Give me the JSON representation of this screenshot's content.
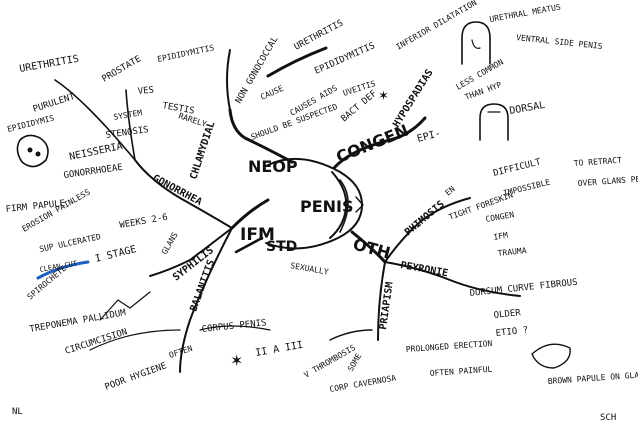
{
  "center": {
    "label": "PENIS"
  },
  "main_branches": {
    "ifm": "IFM",
    "neop": "NEOP",
    "congen": "CONGEN",
    "oth": "OTH",
    "std": "STD",
    "std_sub": "SEXUALLY"
  },
  "ifm_branch": {
    "gonorrhea": "GONORRHEA",
    "urethritis": "URETHRITIS",
    "purulent": "PURULENT",
    "neisseria": "NEISSERIA",
    "gonorrhoeae": "GONORRHOEAE",
    "epididymis_left": "EPIDIDYMIS",
    "prostate": "PROSTATE",
    "testis": "TESTIS",
    "rarely": "RARELY",
    "ves": "VES",
    "inf_system": "SYSTEM",
    "stenosis": "STENOSIS",
    "syphilis": "SYPHILIS",
    "firm_papule": "FIRM PAPULE",
    "erosion_painless": "EROSION PAINLESS",
    "sup_ulcerated": "SUP ULCERATED",
    "clean_cut": "CLEAN CUT",
    "i_stage": "I STAGE",
    "weeks": "WEEKS 2-6",
    "glans": "GLANS",
    "treponema_pallidum": "TREPONEMA PALLIDUM",
    "spirochete": "SPIROCHETE",
    "circumcision": "CIRCUMCISION",
    "balanitis": "BALANITIS",
    "corpus_penis": "CORPUS PENIS",
    "ii_iii": "II A III",
    "poor_hygiene": "POOR HYGIENE",
    "often": "OFTEN",
    "chlamydial": "CHLAMYDIAL",
    "non_gonococcal": "NON GONOCOCCAL",
    "nl": "NL"
  },
  "neop_branch": {
    "urethritis": "URETHRITIS",
    "epididymitis": "EPIDIDYMITIS",
    "cause": "CAUSE",
    "should_be_suspected": "SHOULD BE SUSPECTED",
    "causes_aids": "CAUSES AIDS",
    "uveitis": "UVEITIS",
    "bact_def": "BACT DEF",
    "inferior_dilatation": "INFERIOR DILATATION"
  },
  "congen_branch": {
    "hypospadias": "HYPOSPADIAS",
    "epi": "EPI-",
    "urethral_meatus": "URETHRAL MEATUS",
    "ventral_side_penis": "VENTRAL SIDE PENIS",
    "less_common": "LESS COMMON",
    "than_hyp": "THAN HYP",
    "dorsal": "DORSAL"
  },
  "oth_branch": {
    "phimosis": "PHIMOSIS",
    "en": "EN",
    "tight_foreskin": "TIGHT FORESKIN",
    "difficult": "DIFFICULT",
    "impossible": "IMPOSSIBLE",
    "to_retract": "TO RETRACT",
    "over_glans_penis": "OVER GLANS PENIS",
    "congen": "CONGEN",
    "ifm": "IFM",
    "trauma": "TRAUMA",
    "peyronie": "PEYRONIE",
    "dorsum": "DORSUM CURVE FIBROUS",
    "older": "OLDER",
    "etio": "ETIO ?",
    "brown_papule": "BROWN PAPULE ON GLANS",
    "priapism": "PRIAPISM",
    "prolonged": "PROLONGED ERECTION",
    "often_painful": "OFTEN PAINFUL",
    "v_thrombosis": "V THROMBOSIS",
    "corp_cavernosa": "CORP CAVERNOSA",
    "some": "SOME",
    "sch": "SCH"
  }
}
